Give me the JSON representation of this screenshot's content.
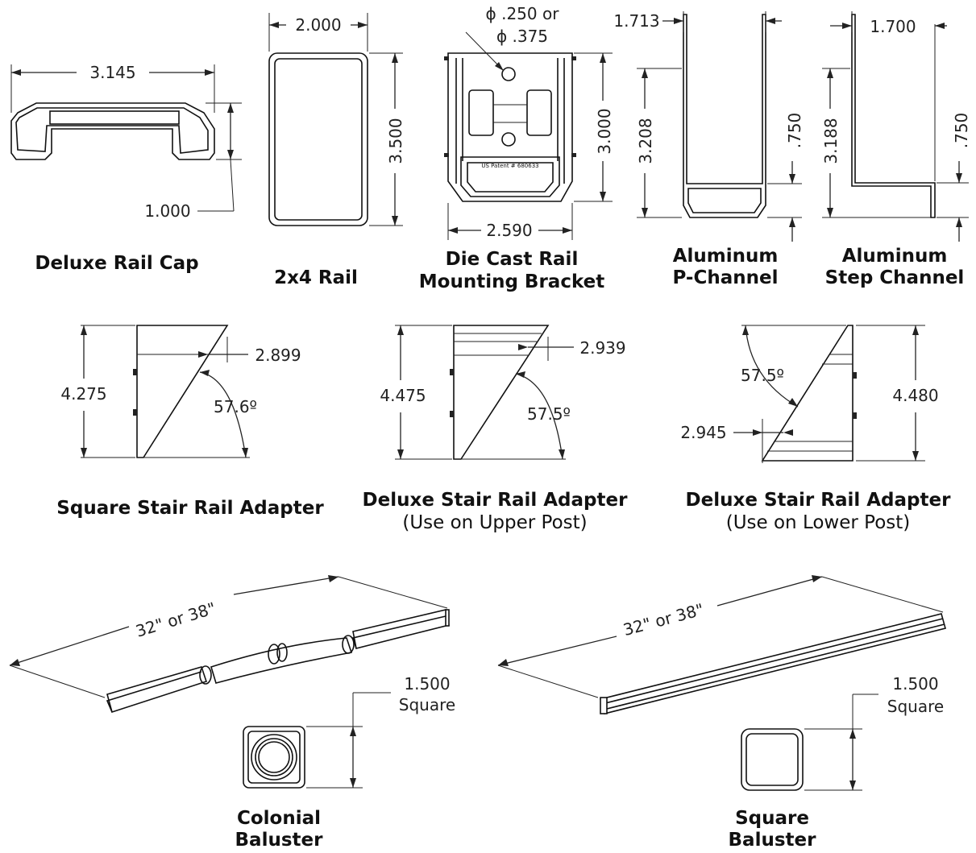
{
  "parts": {
    "rail_cap": {
      "title": "Deluxe Rail Cap",
      "width": "3.145",
      "height": "1.000"
    },
    "rail_2x4": {
      "title": "2x4 Rail",
      "width": "2.000",
      "height": "3.500"
    },
    "bracket": {
      "title_line1": "Die Cast Rail",
      "title_line2": "Mounting Bracket",
      "hole_line1": "ϕ .250 or",
      "hole_line2": "ϕ .375",
      "height": "3.000",
      "width": "2.590",
      "patent": "US Patent # 680633"
    },
    "p_channel": {
      "title_line1": "Aluminum",
      "title_line2": "P-Channel",
      "width": "1.713",
      "height": "3.208",
      "lip": ".750"
    },
    "step_channel": {
      "title_line1": "Aluminum",
      "title_line2": "Step Channel",
      "width": "1.700",
      "height": "3.188",
      "lip": ".750"
    },
    "square_stair": {
      "title": "Square Stair Rail Adapter",
      "height": "4.275",
      "offset": "2.899",
      "angle": "57.6º"
    },
    "deluxe_upper": {
      "title": "Deluxe Stair Rail Adapter",
      "subtitle": "(Use on Upper Post)",
      "height": "4.475",
      "offset": "2.939",
      "angle": "57.5º"
    },
    "deluxe_lower": {
      "title": "Deluxe Stair Rail Adapter",
      "subtitle": "(Use on Lower Post)",
      "height": "4.480",
      "offset": "2.945",
      "angle": "57.5º"
    },
    "colonial": {
      "title_line1": "Colonial",
      "title_line2": "Baluster",
      "length": "32\" or 38\"",
      "size_line1": "1.500",
      "size_line2": "Square"
    },
    "square_baluster": {
      "title_line1": "Square",
      "title_line2": "Baluster",
      "length": "32\" or 38\"",
      "size_line1": "1.500",
      "size_line2": "Square"
    }
  }
}
